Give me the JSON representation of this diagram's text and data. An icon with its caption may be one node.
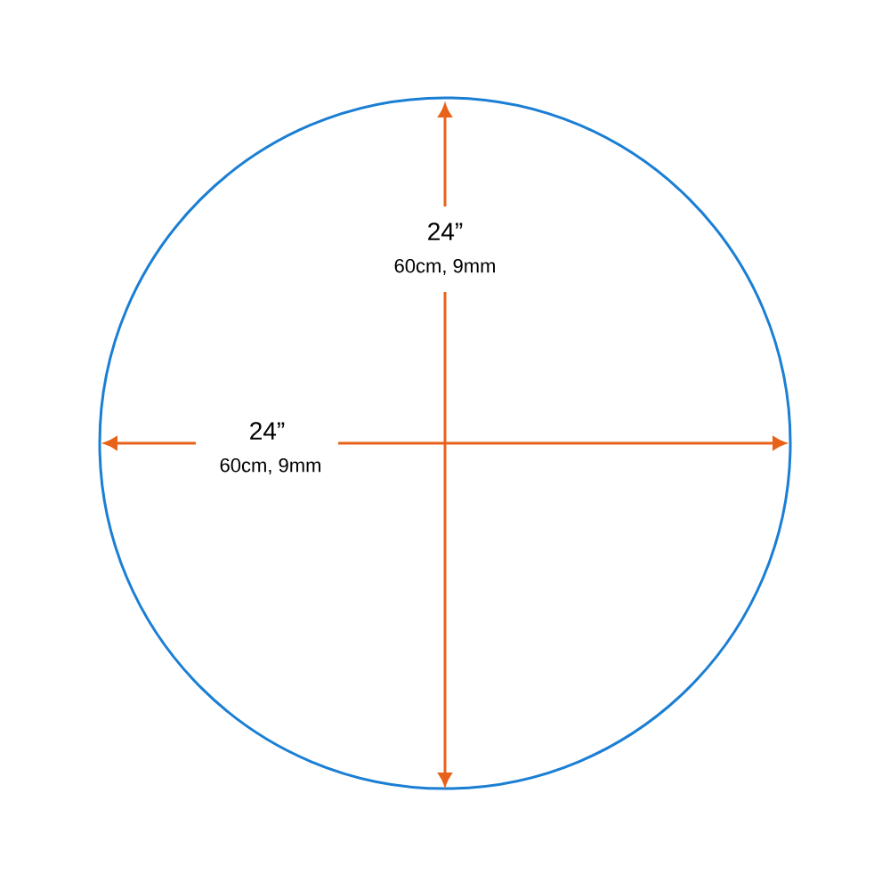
{
  "diagram": {
    "nodes": [
      {
        "text": [],
        "shape": "circle"
      }
    ],
    "labels": [
      "24”",
      "60cm, 9mm",
      "24”",
      "60cm, 9mm"
    ]
  }
}
